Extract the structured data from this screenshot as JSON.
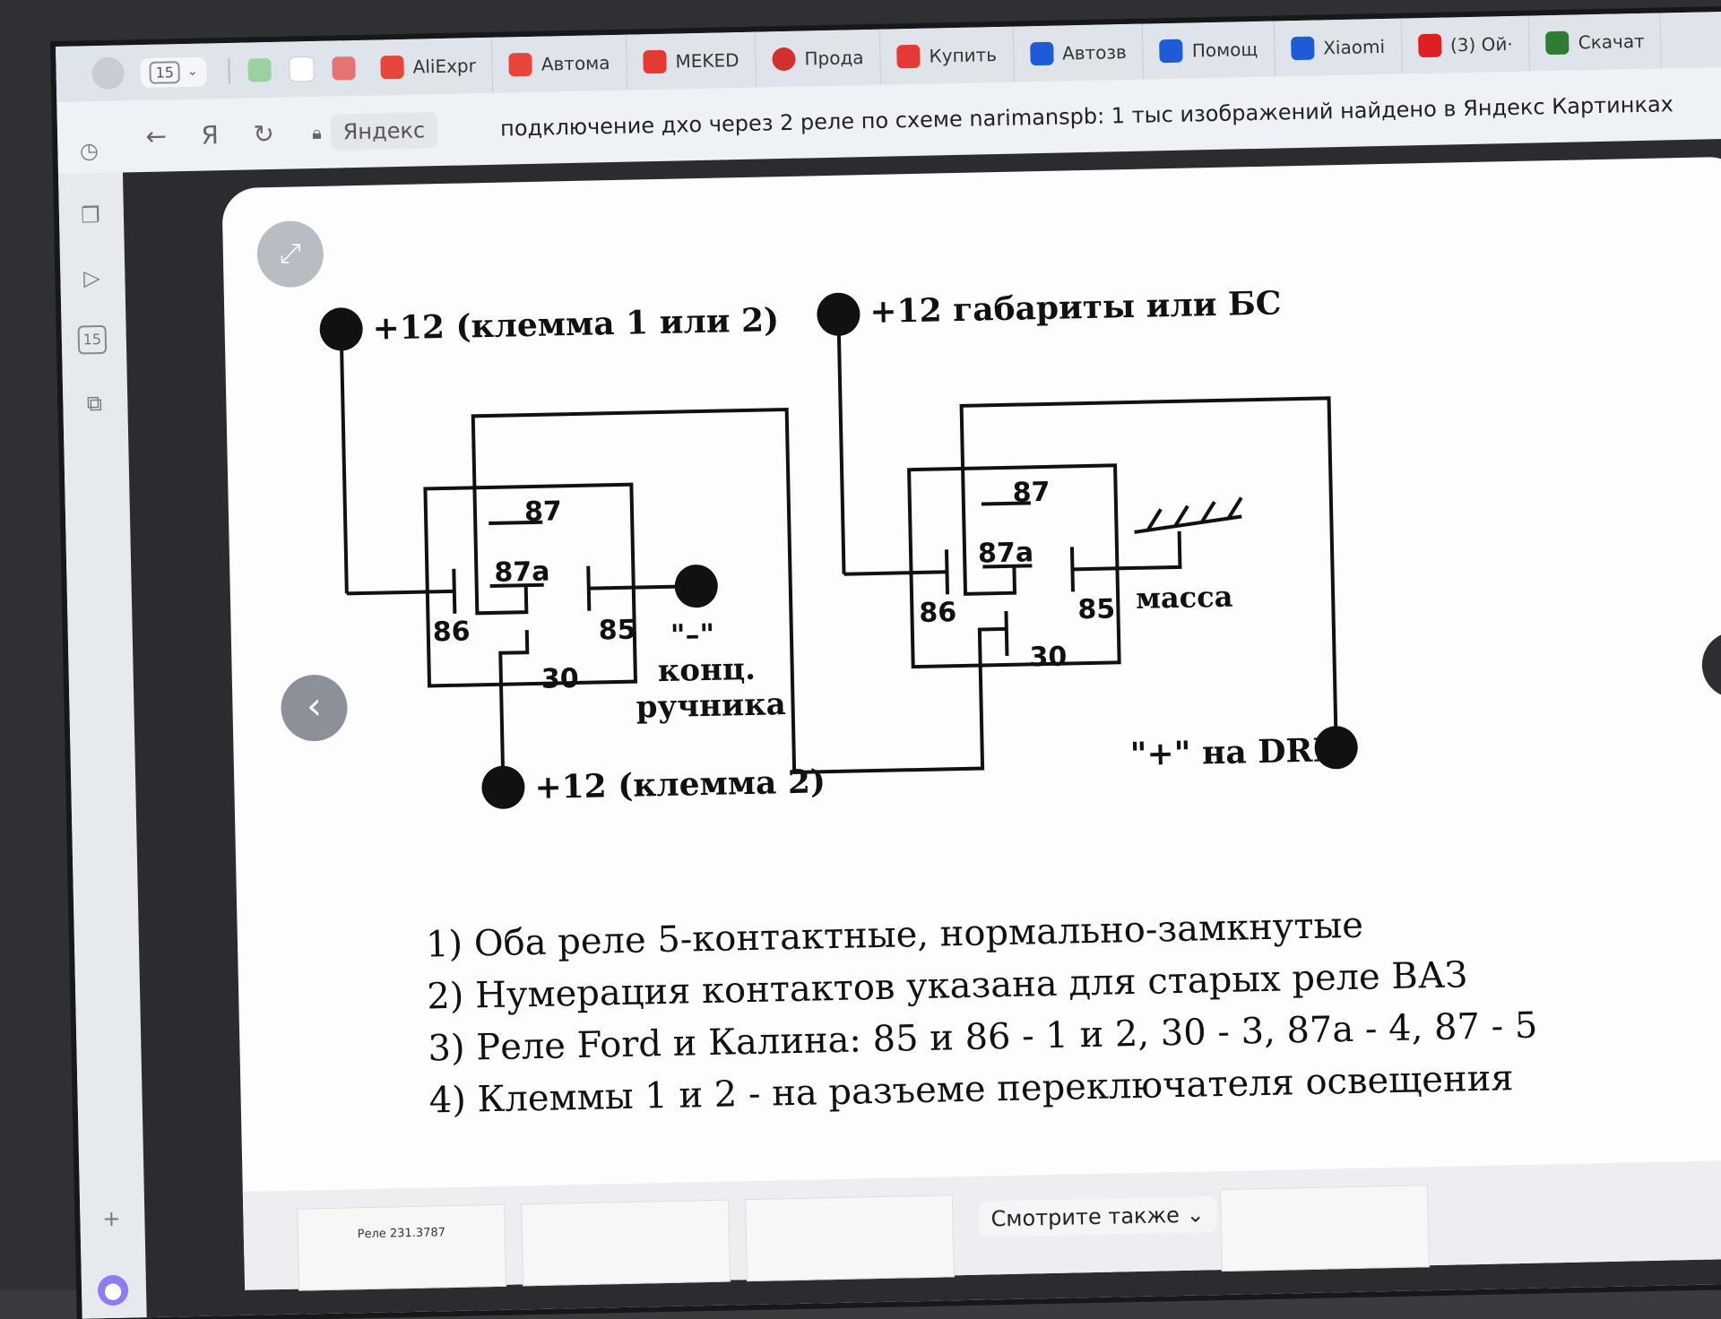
{
  "browser": {
    "tab_count": "15",
    "tabs": [
      {
        "label": "AliExpr",
        "color": "#e8453c"
      },
      {
        "label": "Автома",
        "color": "#e8453c"
      },
      {
        "label": "MEKED",
        "color": "#e53935"
      },
      {
        "label": "Прода",
        "color": "#d32f2f"
      },
      {
        "label": "Купить",
        "color": "#e53935"
      },
      {
        "label": "Автозв",
        "color": "#1e5bd6"
      },
      {
        "label": "Помощ",
        "color": "#1e5bd6"
      },
      {
        "label": "Xiaomi",
        "color": "#1e5bd6"
      },
      {
        "label": "(3) Ой·",
        "color": "#e02020"
      },
      {
        "label": "Скачат",
        "color": "#2e7d32"
      }
    ],
    "host": "Яндекс",
    "page_title": "подключение дхо через 2 реле по схеме narimanspb: 1 тыс изображений найдено в Яндекс Картинках"
  },
  "diagram": {
    "label_plus12_k1_or_2": "+12 (клемма 1 или 2)",
    "label_plus12_gabarity": "+12 габариты или БС",
    "label_minus": "\"–\"",
    "label_konc": "конц.",
    "label_ruchnika": "ручника",
    "label_plus12_k2": "+12 (клемма 2)",
    "label_massa": "масса",
    "label_plus_drl": "\"+\" на DRL",
    "relay1": {
      "c87": "87",
      "c87a": "87a",
      "c86": "86",
      "c85": "85",
      "c30": "30"
    },
    "relay2": {
      "c87": "87",
      "c87a": "87a",
      "c86": "86",
      "c85": "85",
      "c30": "30"
    }
  },
  "notes": [
    "1) Оба реле 5-контактные, нормально-замкнутые",
    "2) Нумерация контактов указана для старых реле ВАЗ",
    "3) Реле Ford и Калина: 85 и 86 - 1 и 2, 30 - 3, 87a - 4, 87 - 5",
    "4) Клеммы 1 и 2 - на разъеме переключателя освещения"
  ],
  "bottom": {
    "thumb_label": "Реле 231.3787",
    "see_also": "Смотрите также"
  }
}
